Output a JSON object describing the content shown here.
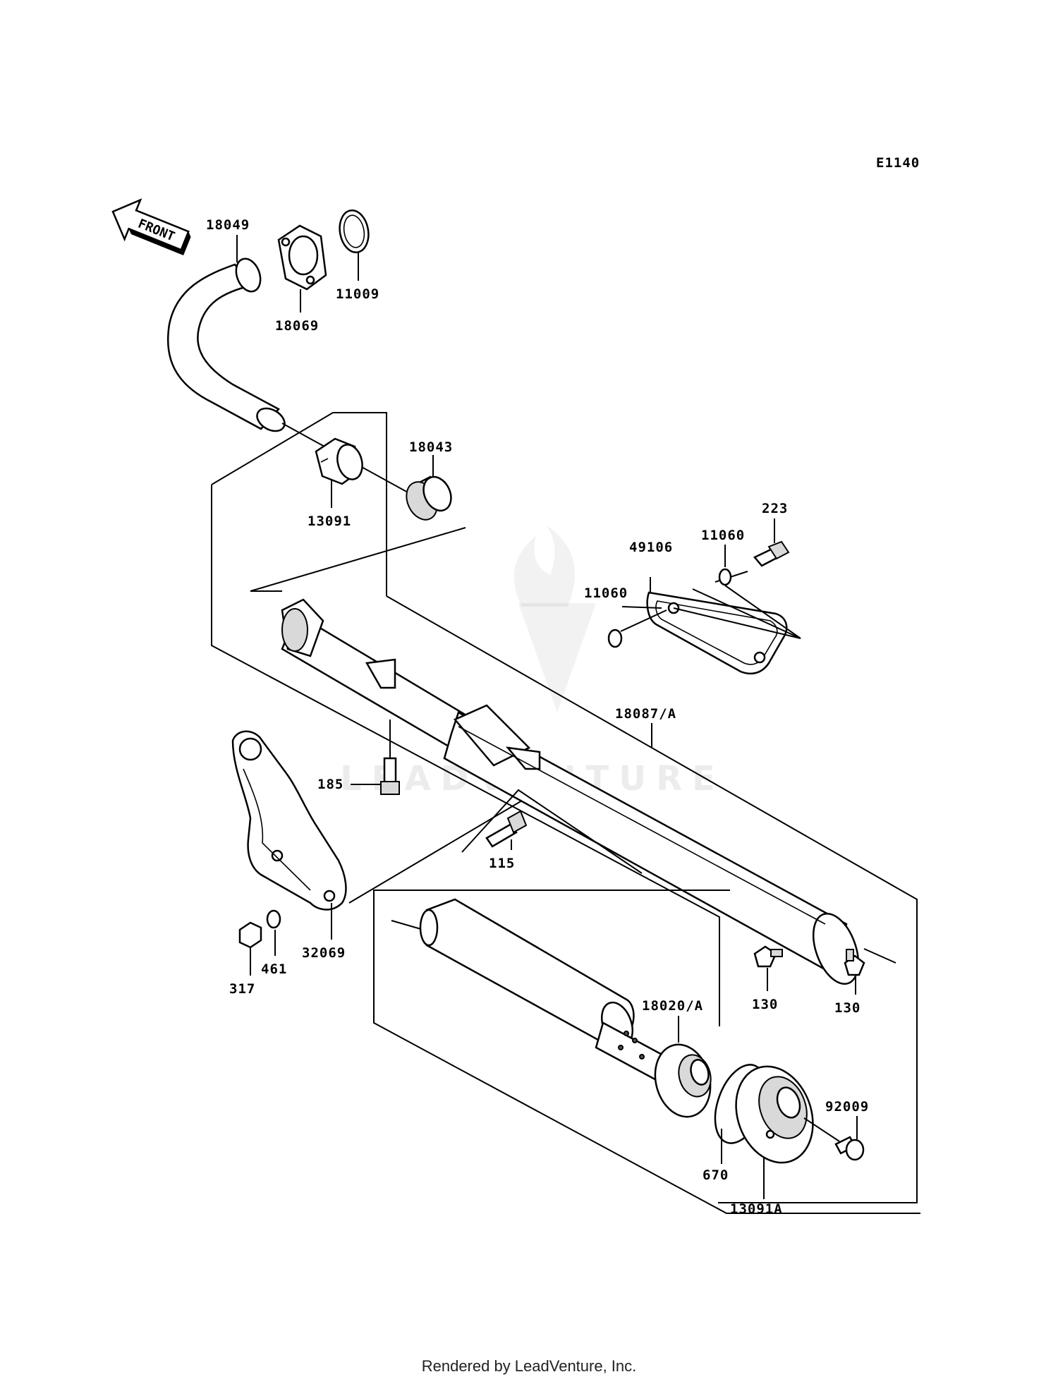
{
  "diagram": {
    "code": "E1140",
    "front_arrow": "FRONT",
    "watermark": "LEADVENTURE",
    "labels": {
      "p18049": "18049",
      "p18069": "18069",
      "p11009": "11009",
      "p13091": "13091",
      "p18043": "18043",
      "p223": "223",
      "p11060a": "11060",
      "p49106": "49106",
      "p11060b": "11060",
      "p18087A": "18087/A",
      "p185": "185",
      "p115": "115",
      "p32069": "32069",
      "p461": "461",
      "p317": "317",
      "p130a": "130",
      "p130b": "130",
      "p18020A": "18020/A",
      "p92009": "92009",
      "p670": "670",
      "p13091A": "13091A"
    }
  },
  "footer": {
    "text": "Rendered by LeadVenture, Inc."
  }
}
